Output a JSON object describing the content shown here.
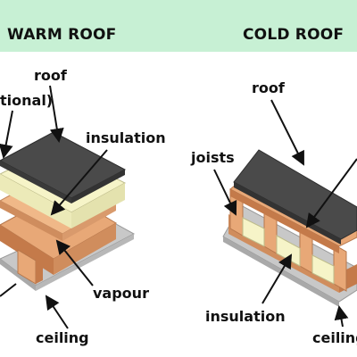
{
  "header": {
    "warm_title": "WARM ROOF",
    "cold_title": "COLD ROOF"
  },
  "warm": {
    "roof": "roof",
    "optional": "tional)",
    "insulation": "insulation",
    "vapour": "vapour",
    "ceiling": "ceiling"
  },
  "cold": {
    "roof": "roof",
    "joists": "joists",
    "insulation": "insulation",
    "ceiling": "ceiling"
  },
  "colors": {
    "header_bg": "#c7f0d4",
    "roof_membrane": "#4a4a4a",
    "insulation": "#f6f4c8",
    "timber": "#e8a877",
    "timber_dark": "#c47a4a",
    "ceiling": "#c8c8c8"
  }
}
